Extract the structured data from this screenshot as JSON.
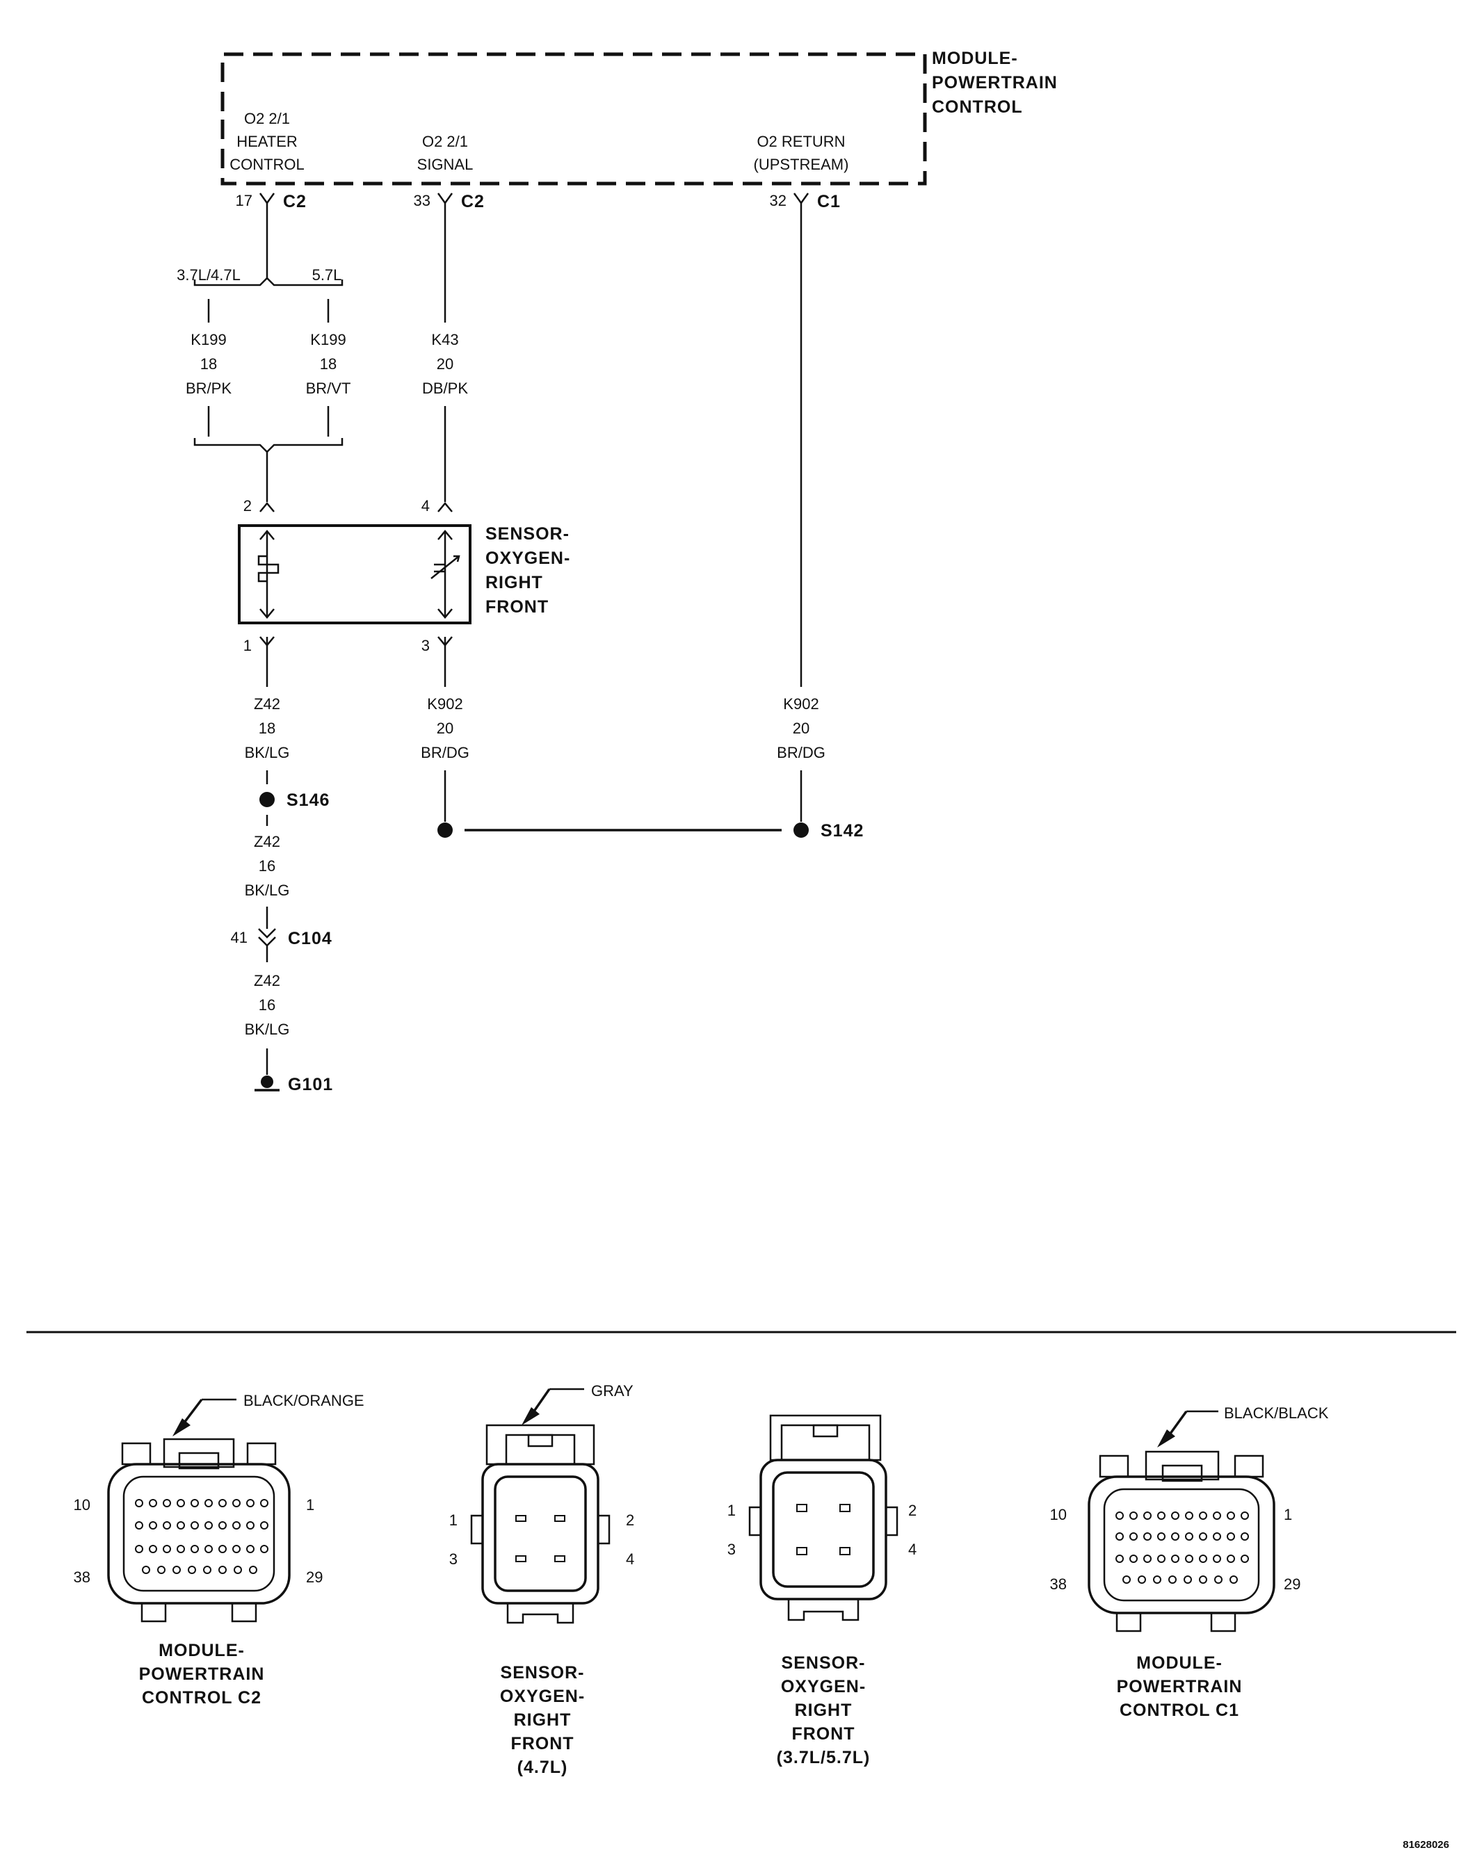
{
  "module": {
    "title_lines": [
      "MODULE-",
      "POWERTRAIN",
      "CONTROL"
    ],
    "pins": [
      {
        "name_lines": [
          "O2 2/1",
          "HEATER",
          "CONTROL"
        ],
        "pin": "17",
        "connector": "C2"
      },
      {
        "name_lines": [
          "O2 2/1",
          "SIGNAL"
        ],
        "pin": "33",
        "connector": "C2"
      },
      {
        "name_lines": [
          "O2 RETURN",
          "(UPSTREAM)"
        ],
        "pin": "32",
        "connector": "C1"
      }
    ]
  },
  "heater_branch": {
    "left_label": "3.7L/4.7L",
    "right_label": "5.7L",
    "left_wire": [
      "K199",
      "18",
      "BR/PK"
    ],
    "right_wire": [
      "K199",
      "18",
      "BR/VT"
    ]
  },
  "signal_wire": [
    "K43",
    "20",
    "DB/PK"
  ],
  "sensor": {
    "title_lines": [
      "SENSOR-",
      "OXYGEN-",
      "RIGHT",
      "FRONT"
    ],
    "pins": [
      "2",
      "4",
      "1",
      "3"
    ]
  },
  "ground_path": {
    "wire1": [
      "Z42",
      "18",
      "BK/LG"
    ],
    "splice": "S146",
    "wire2": [
      "Z42",
      "16",
      "BK/LG"
    ],
    "connector_pin": "41",
    "connector": "C104",
    "wire3": [
      "Z42",
      "16",
      "BK/LG"
    ],
    "ground": "G101"
  },
  "return_path": {
    "wire_left": [
      "K902",
      "20",
      "BR/DG"
    ],
    "wire_right": [
      "K902",
      "20",
      "BR/DG"
    ],
    "splice": "S142"
  },
  "connector_views": [
    {
      "color": "BLACK/ORANGE",
      "title_lines": [
        "MODULE-",
        "POWERTRAIN",
        "CONTROL C2"
      ],
      "pins": [
        "10",
        "1",
        "38",
        "29"
      ]
    },
    {
      "color": "GRAY",
      "title_lines": [
        "SENSOR-",
        "OXYGEN-",
        "RIGHT",
        "FRONT",
        "(4.7L)"
      ],
      "pins": [
        "1",
        "2",
        "3",
        "4"
      ]
    },
    {
      "color": "",
      "title_lines": [
        "SENSOR-",
        "OXYGEN-",
        "RIGHT",
        "FRONT",
        "(3.7L/5.7L)"
      ],
      "pins": [
        "1",
        "2",
        "3",
        "4"
      ]
    },
    {
      "color": "BLACK/BLACK",
      "title_lines": [
        "MODULE-",
        "POWERTRAIN",
        "CONTROL C1"
      ],
      "pins": [
        "10",
        "1",
        "38",
        "29"
      ]
    }
  ],
  "figure_code": "81628026"
}
